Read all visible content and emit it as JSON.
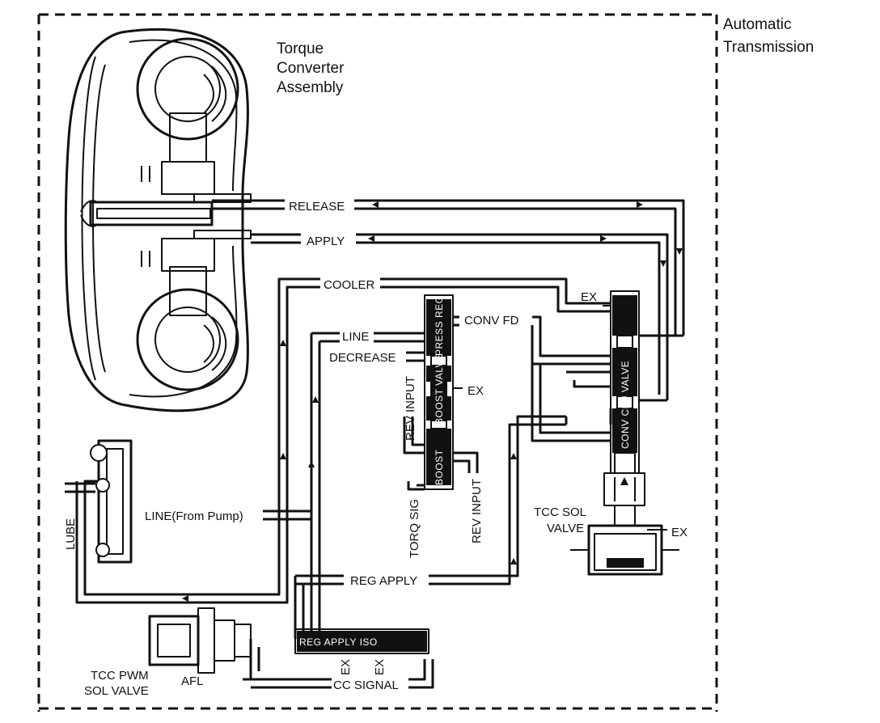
{
  "title": {
    "line1": "Automatic",
    "line2": "Transmission"
  },
  "torque_converter": {
    "line1": "Torque",
    "line2": "Converter",
    "line3": "Assembly"
  },
  "lines": {
    "release": "RELEASE",
    "apply": "APPLY",
    "cooler": "COOLER",
    "line": "LINE",
    "decrease": "DECREASE",
    "conv_fd": "CONV FD",
    "line_from_pump": "LINE(From Pump)",
    "reg_apply": "REG APPLY",
    "cc_signal": "CC SIGNAL",
    "lube": "LUBE",
    "rev_input_1": "REV INPUT",
    "rev_input_2": "REV INPUT",
    "torq_sig": "TORQ SIG",
    "afl": "AFL"
  },
  "exhausts": {
    "ex_conv_valve": "EX",
    "ex_press_reg": "EX",
    "ex_tcc_sol": "EX",
    "ex_iso_1": "EX",
    "ex_iso_2": "EX"
  },
  "valves": {
    "press_reg": "PRESS REG",
    "boost_valve": "BOOST VALVE",
    "boost": "BOOST",
    "conv_clu_valve": "CONV CLU VALVE",
    "reg_apply_iso": "REG APPLY  ISO",
    "tcc_sol_valve_line1": "TCC SOL",
    "tcc_sol_valve_line2": "VALVE",
    "tcc_pwm_line1": "TCC PWM",
    "tcc_pwm_line2": "SOL VALVE"
  }
}
